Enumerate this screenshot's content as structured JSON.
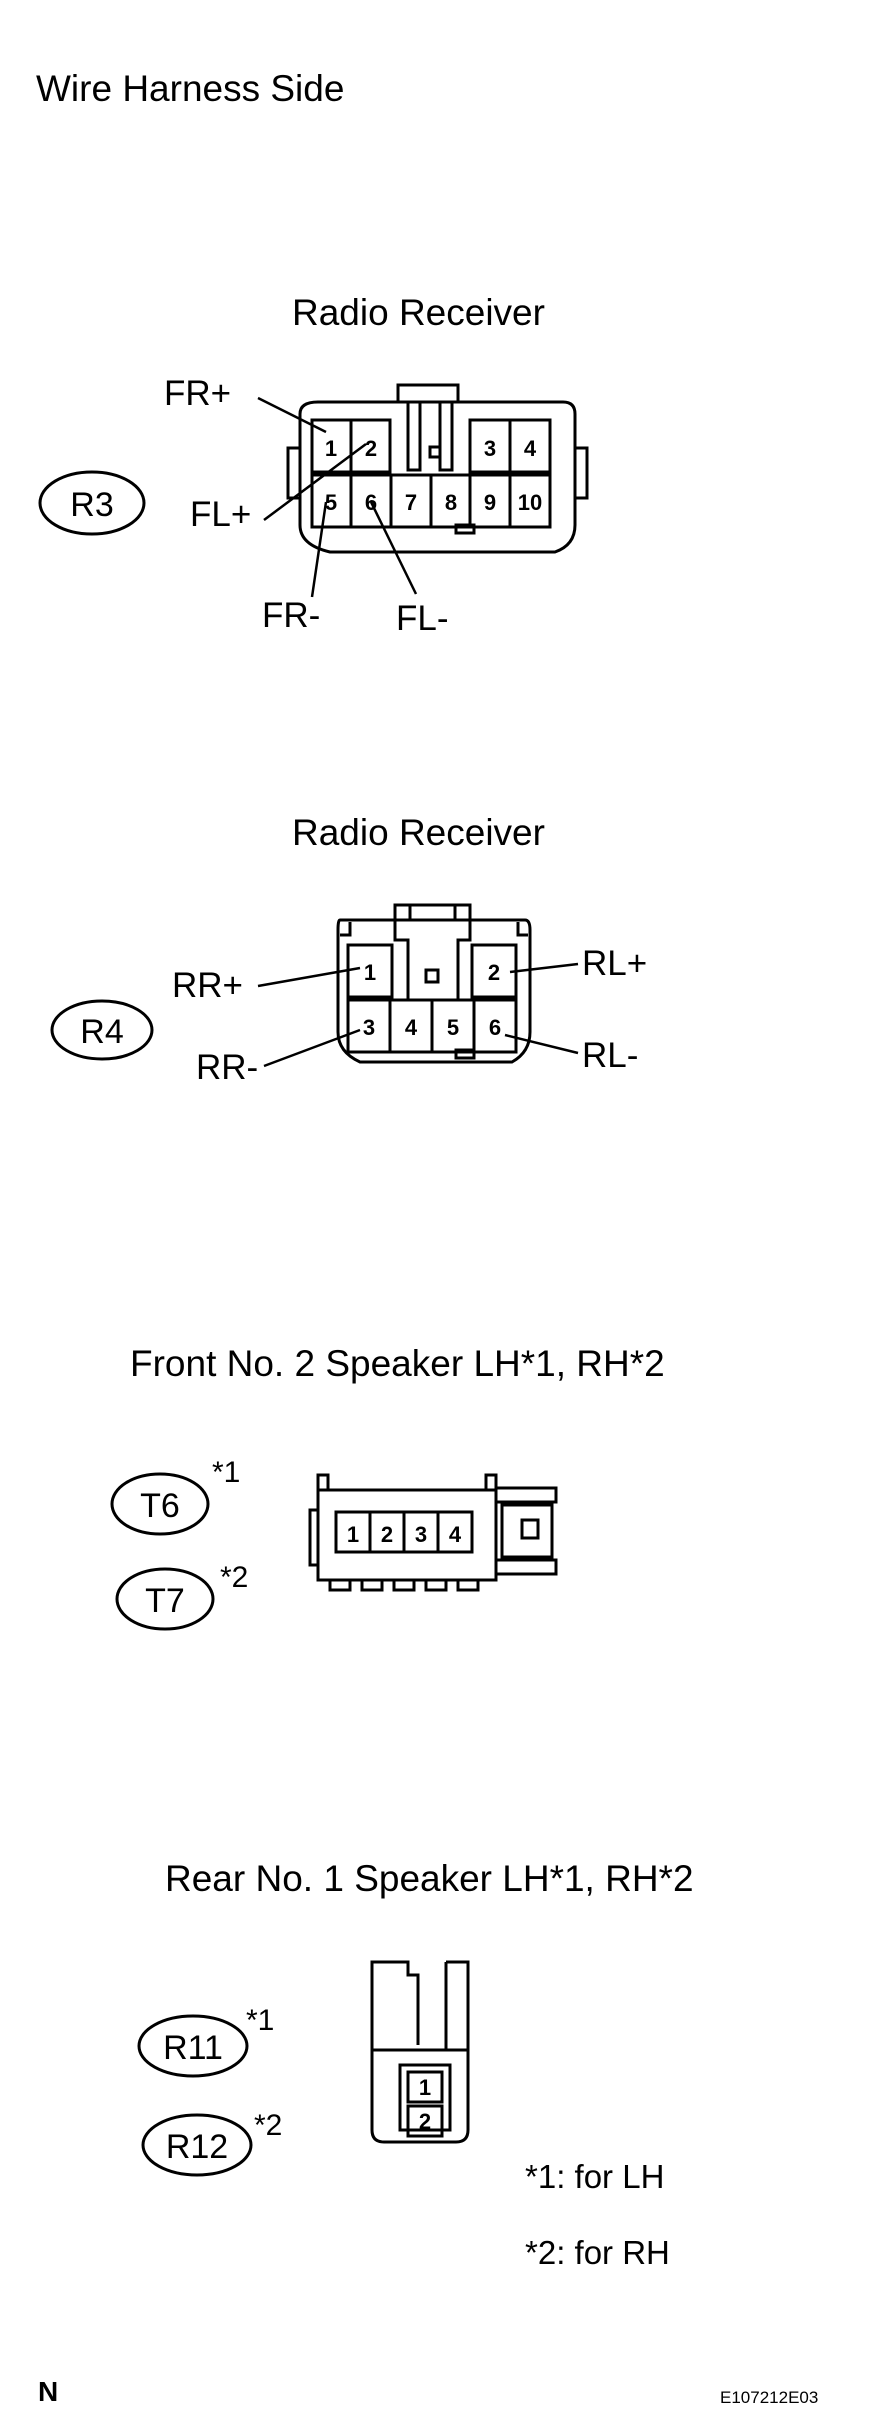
{
  "title": "Wire Harness Side",
  "footer_mark": "N",
  "figure_id": "E107212E03",
  "connectors": {
    "r3": {
      "title": "Radio Receiver",
      "code": "R3",
      "pins": [
        "1",
        "2",
        "3",
        "4",
        "5",
        "6",
        "7",
        "8",
        "9",
        "10"
      ],
      "labels": {
        "fr_plus": "FR+",
        "fl_plus": "FL+",
        "fr_minus": "FR-",
        "fl_minus": "FL-"
      }
    },
    "r4": {
      "title": "Radio Receiver",
      "code": "R4",
      "pins": [
        "1",
        "2",
        "3",
        "4",
        "5",
        "6"
      ],
      "labels": {
        "rr_plus": "RR+",
        "rl_plus": "RL+",
        "rr_minus": "RR-",
        "rl_minus": "RL-"
      }
    },
    "t6t7": {
      "title": "Front No. 2 Speaker LH*1, RH*2",
      "codes": [
        "T6",
        "T7"
      ],
      "marks": [
        "*1",
        "*2"
      ],
      "pins": [
        "1",
        "2",
        "3",
        "4"
      ]
    },
    "r11r12": {
      "title": "Rear No. 1 Speaker LH*1, RH*2",
      "codes": [
        "R11",
        "R12"
      ],
      "marks": [
        "*1",
        "*2"
      ],
      "pins": [
        "1",
        "2"
      ]
    }
  },
  "notes": [
    "*1: for LH",
    "*2: for RH"
  ]
}
